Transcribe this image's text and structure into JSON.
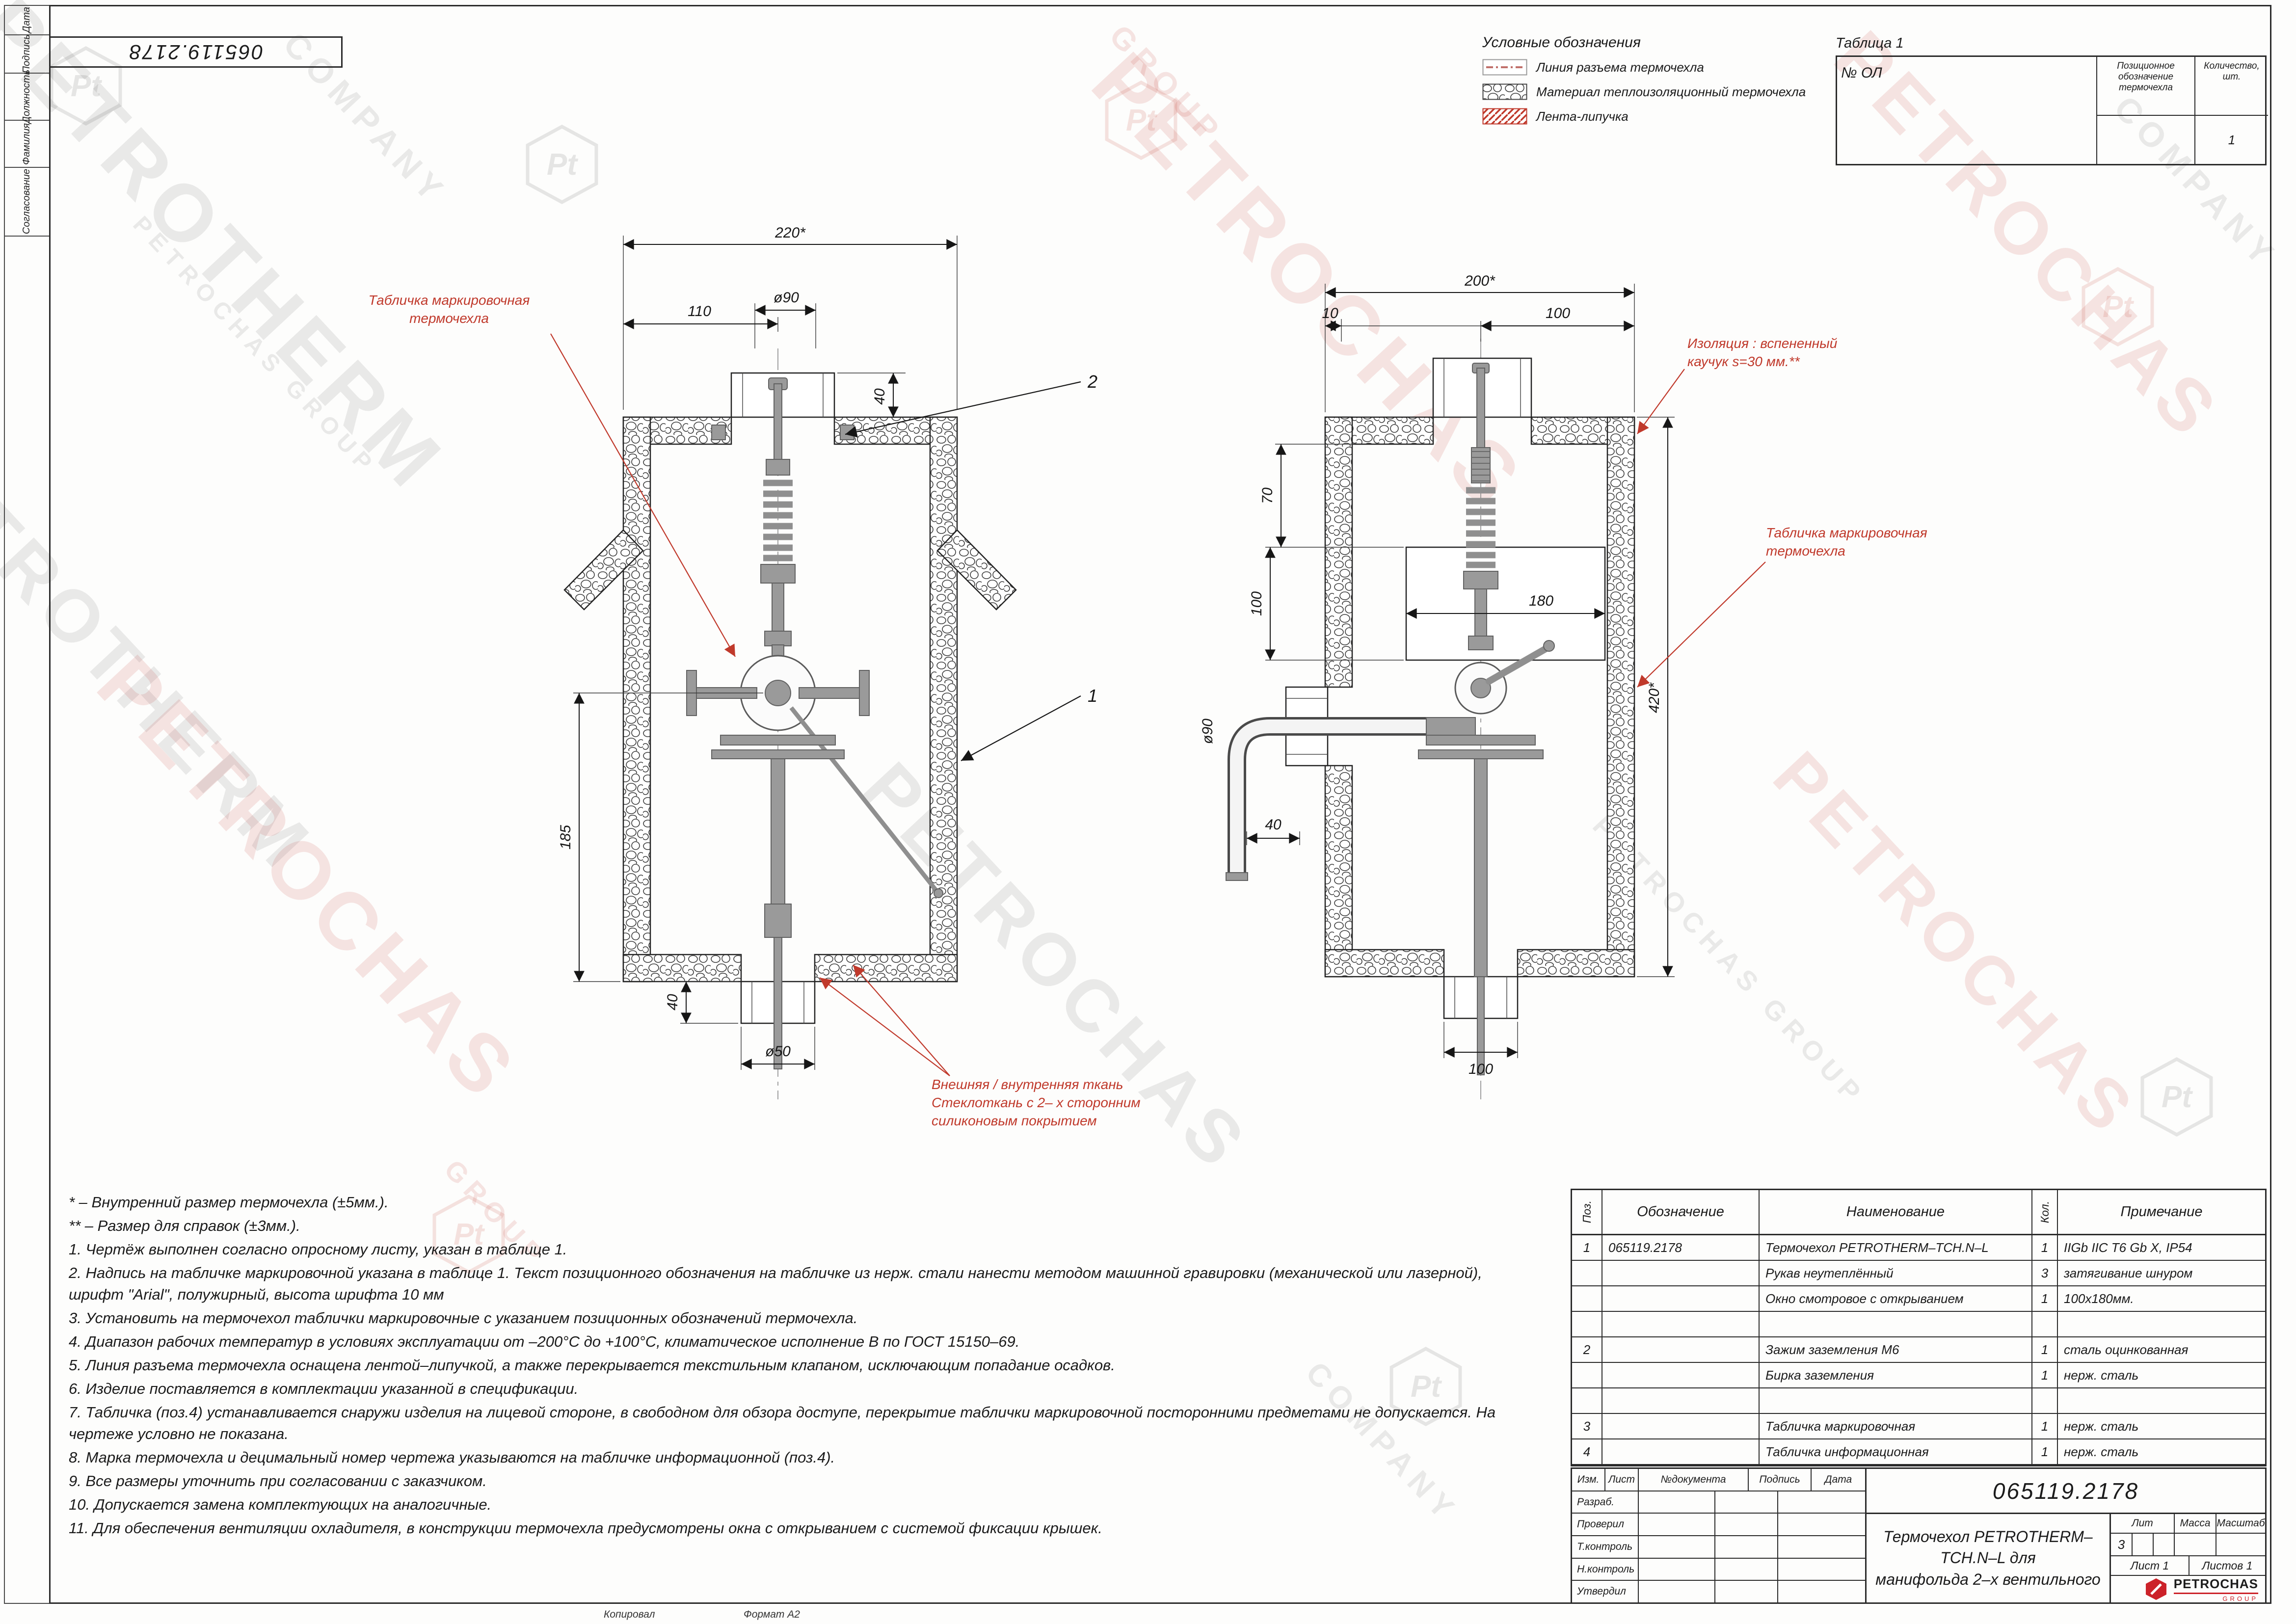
{
  "sheet": {
    "doc_number_inverted": "065119.2178",
    "copied_label": "Копировал",
    "format_label": "Формат А2"
  },
  "side_strip": {
    "labels": [
      "Дата",
      "Подпись",
      "Должность",
      "Фамилия",
      "Согласование"
    ]
  },
  "legend": {
    "title": "Условные обозначения",
    "item1": "Линия разъема термочехла",
    "item2": "Материал теплоизоляционный термочехла",
    "item3": "Лента-липучка"
  },
  "table1": {
    "title": "Таблица 1",
    "ol_label": "№ ОЛ",
    "pos_header": "Позиционное обозначение термочехла",
    "qty_header": "Количество, шт.",
    "qty_value": "1"
  },
  "view_left": {
    "dim_top_width": "220*",
    "dim_dia_top": "ø90",
    "dim_110": "110",
    "dim_40_top": "40",
    "dim_185": "185",
    "dim_40_bottom": "40",
    "dim_dia_bottom": "ø50",
    "callout_1": "1",
    "callout_2": "2",
    "label_plate": "Табличка маркировочная\nтермочехла",
    "label_fabric": "Внешняя / внутренняя ткань\nСтеклоткань с  2– х сторонним\nсиликоновым покрытием"
  },
  "view_right": {
    "dim_top_width": "200*",
    "dim_10": "10",
    "dim_100_top": "100",
    "dim_70": "70",
    "dim_100_window": "100",
    "dim_180": "180",
    "dim_420": "420*",
    "dim_dia_90": "ø90",
    "dim_40": "40",
    "dim_100_bottom": "100",
    "label_insulation": "Изоляция : вспененный\nкаучук  s=30 мм.**",
    "label_plate": "Табличка маркировочная\nтермочехла"
  },
  "notes": {
    "star1": "* – Внутренний размер термочехла (±5мм.).",
    "star2": "** – Размер для справок (±3мм.).",
    "items": [
      "1. Чертёж выполнен согласно опросному листу, указан в таблице 1.",
      "2. Надпись на табличке маркировочной указана в таблице 1. Текст позиционного обозначения на табличке из нерж. стали нанести методом машинной гравировки (механической или лазерной), шрифт \"Arial\", полужирный, высота шрифта 10 мм",
      "3. Установить на термочехол таблички маркировочные с указанием позиционных обозначений термочехла.",
      "4. Диапазон рабочих температур в условиях эксплуатации от –200°С до +100°С, климатическое исполнение В по ГОСТ 15150–69.",
      "5. Линия разъема термочехла оснащена лентой–липучкой, а также перекрывается текстильным клапаном, исключающим попадание осадков.",
      "6. Изделие поставляется в комплектации указанной в спецификации.",
      "7. Табличка (поз.4) устанавливается снаружи изделия на лицевой стороне, в свободном для обзора доступе, перекрытие таблички маркировочной посторонними предметами не допускается. На чертеже условно не показана.",
      "8. Марка термочехла и децимальный номер чертежа указываются на табличке информационной (поз.4).",
      "9. Все размеры уточнить при согласовании с заказчиком.",
      "10. Допускается замена комплектующих на аналогичные.",
      "11. Для обеспечения вентиляции охладителя, в конструкции термочехла предусмотрены окна с открыванием с системой фиксации крышек."
    ]
  },
  "spec": {
    "headers": {
      "pos": "Поз.",
      "designation": "Обозначение",
      "name": "Наименование",
      "qty": "Кол.",
      "note": "Примечание"
    },
    "rows": [
      {
        "pos": "1",
        "designation": "065119.2178",
        "name": "Термочехол PETROTHERM–TCH.N–L",
        "qty": "1",
        "note": "IIGb IIC T6 Gb X, IP54"
      },
      {
        "pos": "",
        "designation": "",
        "name": "Рукав неутеплённый",
        "qty": "3",
        "note": "затягивание шнуром"
      },
      {
        "pos": "",
        "designation": "",
        "name": "Окно смотровое с открыванием",
        "qty": "1",
        "note": "100х180мм."
      },
      {
        "pos": "",
        "designation": "",
        "name": "",
        "qty": "",
        "note": ""
      },
      {
        "pos": "2",
        "designation": "",
        "name": "Зажим заземления М6",
        "qty": "1",
        "note": "сталь оцинкованная"
      },
      {
        "pos": "",
        "designation": "",
        "name": "Бирка заземления",
        "qty": "1",
        "note": "нерж. сталь"
      },
      {
        "pos": "",
        "designation": "",
        "name": "",
        "qty": "",
        "note": ""
      },
      {
        "pos": "3",
        "designation": "",
        "name": "Табличка маркировочная",
        "qty": "1",
        "note": "нерж. сталь"
      },
      {
        "pos": "4",
        "designation": "",
        "name": "Табличка информационная",
        "qty": "1",
        "note": "нерж. сталь"
      }
    ]
  },
  "title_block": {
    "doc_number": "065119.2178",
    "col_izm": "Изм.",
    "col_list": "Лист",
    "col_docnum": "№документа",
    "col_sign": "Подпись",
    "col_date": "Дата",
    "row_razrab": "Разраб.",
    "row_proveril": "Проверил",
    "row_tkontrol": "Т.контроль",
    "row_nkontrol": "Н.контроль",
    "row_utverdil": "Утвердил",
    "title": "Термочехол PETROTHERM–TCH.N–L для\nманифольда 2–х вентильного",
    "lit_label": "Лит",
    "mass_label": "Масса",
    "scale_label": "Масштаб",
    "lit_value": "3",
    "sheet": "Лист 1",
    "sheets": "Листов 1"
  },
  "logo": {
    "name": "PETROCHAS",
    "sub": "GROUP"
  },
  "watermarks": {
    "petrotherm": "PETROTHERM",
    "petrochas": "PETROCHAS",
    "company": "COMPANY",
    "group": "GROUP",
    "petrochas_group": "PETROCHAS GROUP",
    "pt": "Pt"
  }
}
